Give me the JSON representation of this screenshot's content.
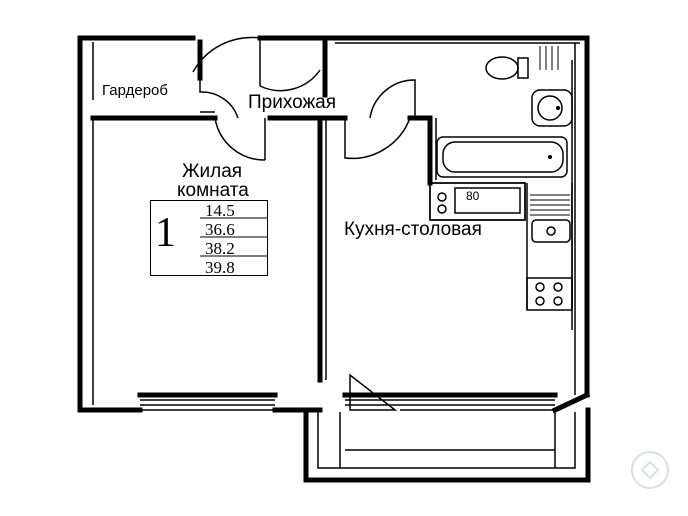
{
  "rooms": {
    "wardrobe": "Гардероб",
    "hallway": "Прихожая",
    "living_room_line1": "Жилая",
    "living_room_line2": "комната",
    "kitchen": "Кухня-столовая"
  },
  "apartment": {
    "rooms_count": "1",
    "areas": [
      "14.5",
      "36.6",
      "38.2",
      "39.8"
    ]
  },
  "appliances": {
    "oven_label": "80"
  },
  "icons": [
    "toilet-icon",
    "sink-icon",
    "bathtub-icon",
    "oven-icon",
    "kitchen-sink-icon",
    "stove-icon",
    "watermark-logo-icon"
  ],
  "colors": {
    "wall": "#000000",
    "background": "#ffffff"
  }
}
